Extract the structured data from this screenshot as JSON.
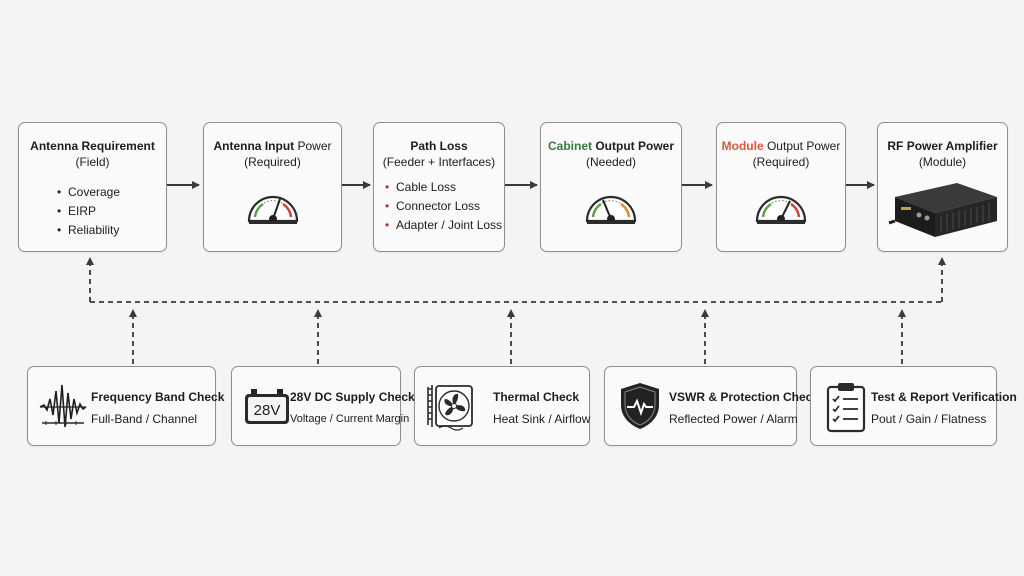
{
  "top_row": [
    {
      "title": "Antenna Requirement",
      "subtitle": "(Field)",
      "bullets": [
        "Coverage",
        "EIRP",
        "Reliability"
      ]
    },
    {
      "title_pre": "Antenna Input",
      "title_post": " Power",
      "subtitle": "(Required)",
      "icon": "gauge-icon"
    },
    {
      "title": "Path Loss",
      "subtitle": "(Feeder + Interfaces)",
      "bullets": [
        "Cable Loss",
        "Connector Loss",
        "Adapter / Joint Loss"
      ]
    },
    {
      "title_hl": "Cabinet",
      "title_post": " Output Power",
      "subtitle": "(Needed)",
      "icon": "gauge-icon",
      "highlight_color": "#3a7a3a"
    },
    {
      "title_hl": "Module",
      "title_post": " Output Power",
      "subtitle": "(Required)",
      "icon": "gauge-icon",
      "highlight_color": "#d9583b"
    },
    {
      "title": "RF Power Amplifier",
      "subtitle": "(Module)",
      "icon": "amplifier-module-icon"
    }
  ],
  "bottom_row": [
    {
      "title": "Frequency Band Check",
      "subtitle": "Full-Band / Channel",
      "icon": "waveform-icon"
    },
    {
      "title": "28V DC Supply Check",
      "subtitle": "Voltage / Current Margin",
      "icon": "battery-icon",
      "icon_text": "28V"
    },
    {
      "title": "Thermal Check",
      "subtitle": "Heat Sink / Airflow",
      "icon": "fan-icon"
    },
    {
      "title": "VSWR & Protection Check",
      "subtitle": "Reflected Power / Alarm",
      "icon": "shield-icon"
    },
    {
      "title": "Test & Report Verification",
      "subtitle": "Pout / Gain / Flatness",
      "icon": "clipboard-icon"
    }
  ],
  "colors": {
    "bullet_black": "#222222",
    "bullet_red": "#c62828",
    "green": "#3a7a3a",
    "orange": "#d9583b"
  }
}
